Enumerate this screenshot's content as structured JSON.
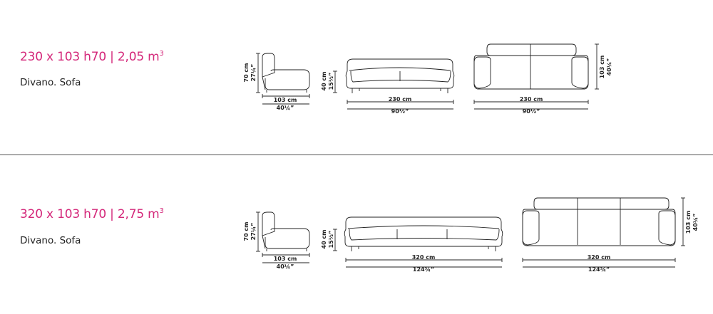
{
  "accent_color": "#d4287a",
  "products": [
    {
      "size_label": "230 x 103 h70 | 2,05 m",
      "volume_exp": "3",
      "type_label": "Divano. Sofa",
      "side": {
        "height_cm": "70 cm",
        "height_in": "27¼”",
        "depth_cm": "103 cm",
        "depth_in": "40¼”"
      },
      "front": {
        "seat_cm": "40 cm",
        "seat_in": "15½”",
        "width_cm": "230 cm",
        "width_in": "90½”"
      },
      "top": {
        "width_cm": "230 cm",
        "width_in": "90½”",
        "depth_cm": "103 cm",
        "depth_in": "40¼”"
      }
    },
    {
      "size_label": "320 x 103 h70 | 2,75 m",
      "volume_exp": "3",
      "type_label": "Divano. Sofa",
      "side": {
        "height_cm": "70 cm",
        "height_in": "27¼”",
        "depth_cm": "103 cm",
        "depth_in": "40¼”"
      },
      "front": {
        "seat_cm": "40 cm",
        "seat_in": "15½”",
        "width_cm": "320 cm",
        "width_in": "124¾”"
      },
      "top": {
        "width_cm": "320 cm",
        "width_in": "124¾”",
        "depth_cm": "103 cm",
        "depth_in": "40¼”"
      }
    }
  ]
}
